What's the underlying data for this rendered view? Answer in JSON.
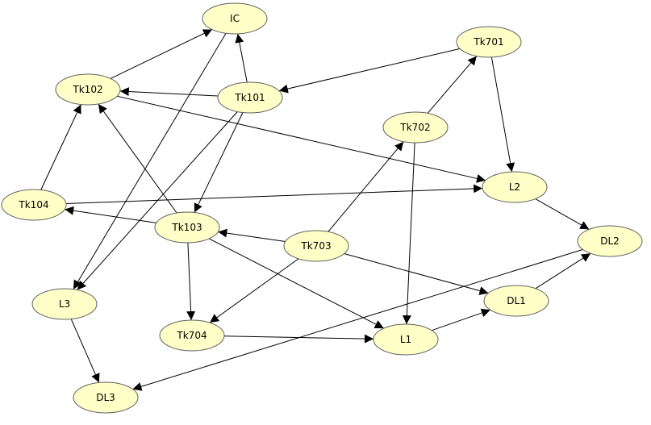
{
  "diagram": {
    "colors": {
      "node_fill": "#ffffc8",
      "node_stroke": "#606060",
      "edge": "#000000",
      "text": "#000000"
    },
    "nodes": [
      {
        "id": "IC",
        "label": "IC"
      },
      {
        "id": "Tk701",
        "label": "Tk701"
      },
      {
        "id": "Tk102",
        "label": "Tk102"
      },
      {
        "id": "Tk101",
        "label": "Tk101"
      },
      {
        "id": "Tk702",
        "label": "Tk702"
      },
      {
        "id": "L2",
        "label": "L2"
      },
      {
        "id": "Tk104",
        "label": "Tk104"
      },
      {
        "id": "Tk103",
        "label": "Tk103"
      },
      {
        "id": "DL2",
        "label": "DL2"
      },
      {
        "id": "Tk703",
        "label": "Tk703"
      },
      {
        "id": "L3",
        "label": "L3"
      },
      {
        "id": "DL1",
        "label": "DL1"
      },
      {
        "id": "Tk704",
        "label": "Tk704"
      },
      {
        "id": "L1",
        "label": "L1"
      },
      {
        "id": "DL3",
        "label": "DL3"
      }
    ],
    "edges": [
      {
        "from": "Tk102",
        "to": "IC"
      },
      {
        "from": "Tk101",
        "to": "IC"
      },
      {
        "from": "IC",
        "to": "L3"
      },
      {
        "from": "Tk701",
        "to": "Tk101"
      },
      {
        "from": "Tk101",
        "to": "Tk102"
      },
      {
        "from": "Tk702",
        "to": "Tk701"
      },
      {
        "from": "Tk701",
        "to": "L2"
      },
      {
        "from": "Tk101",
        "to": "Tk103"
      },
      {
        "from": "Tk101",
        "to": "L3"
      },
      {
        "from": "Tk102",
        "to": "L2"
      },
      {
        "from": "Tk104",
        "to": "Tk102"
      },
      {
        "from": "Tk103",
        "to": "Tk102"
      },
      {
        "from": "Tk104",
        "to": "L2"
      },
      {
        "from": "Tk103",
        "to": "Tk104"
      },
      {
        "from": "Tk703",
        "to": "Tk702"
      },
      {
        "from": "Tk702",
        "to": "L1"
      },
      {
        "from": "L2",
        "to": "DL2"
      },
      {
        "from": "Tk703",
        "to": "Tk103"
      },
      {
        "from": "Tk103",
        "to": "Tk704"
      },
      {
        "from": "Tk103",
        "to": "L1"
      },
      {
        "from": "Tk703",
        "to": "Tk704"
      },
      {
        "from": "Tk703",
        "to": "DL1"
      },
      {
        "from": "DL2",
        "to": "DL3"
      },
      {
        "from": "DL1",
        "to": "DL2"
      },
      {
        "from": "L3",
        "to": "DL3"
      },
      {
        "from": "Tk704",
        "to": "L1"
      },
      {
        "from": "L1",
        "to": "DL1"
      }
    ]
  }
}
